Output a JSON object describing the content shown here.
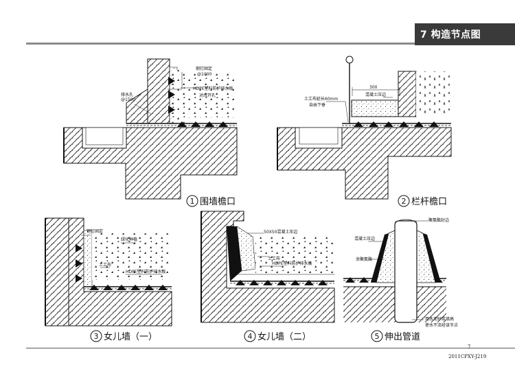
{
  "header": {
    "title": "7 构造节点图"
  },
  "footer": {
    "page_number": "7",
    "drawing_code": "2011CPXY-J219"
  },
  "details": [
    {
      "number": "1",
      "caption": "围墙檐口",
      "labels": {
        "nail": "钢钉固定",
        "nail_spacing": "@1000",
        "drain_board": "HDPE塑料防护排水板",
        "reserve_hole": "对应开孔",
        "drain_hole": "排水孔",
        "drain_hole_spacing": "@1500"
      }
    },
    {
      "number": "2",
      "caption": "栏杆檐口",
      "labels": {
        "dimension": "300",
        "concrete_edge": "混凝土压边",
        "geotextile": "土工布延长60mm",
        "free_drop": "自由下垂"
      }
    },
    {
      "number": "3",
      "caption": "女儿墙（一）",
      "labels": {
        "nail": "钢钉固定",
        "green_wall": "绿化种植",
        "geotextile": "土工布",
        "drain_board": "HDPE塑料防护排水板"
      }
    },
    {
      "number": "4",
      "caption": "女儿墙（二）",
      "labels": {
        "concrete_edge": "50X50混凝土压边",
        "geotextile": "土工布",
        "drain_board": "HDPE塑料防护排水板"
      }
    },
    {
      "number": "5",
      "caption": "伸出管道",
      "labels": {
        "sealant": "聚氨酯封边",
        "concrete_edge": "混凝土压边",
        "pu_coating": "涂聚氨酯",
        "mortar_line1": "用水泥砂浆填高",
        "mortar_line2": "使水不流经该节点"
      }
    }
  ]
}
